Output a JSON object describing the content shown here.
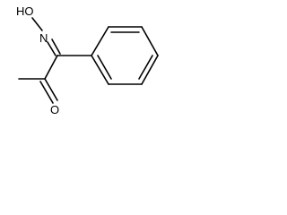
{
  "molecule": {
    "labels": {
      "hydroxyl": "HO",
      "oxime_nitrogen": "N",
      "carbonyl_oxygen": "O"
    },
    "colors": {
      "bond": "#000000",
      "label": "#000000",
      "background": "#ffffff"
    }
  }
}
